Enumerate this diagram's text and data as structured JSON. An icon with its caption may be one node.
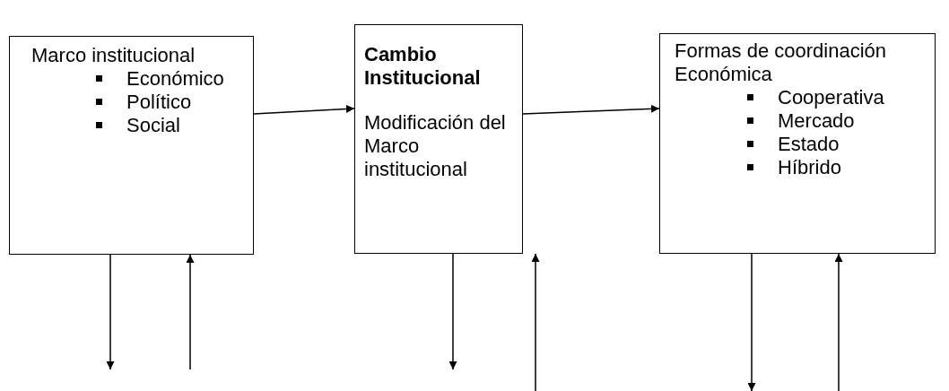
{
  "diagram": {
    "nodes": [
      {
        "text": [
          "Marco institucional",
          "Económico",
          "Político",
          "Social"
        ]
      },
      {
        "text": [
          "Cambio Institucional",
          "Modificación del Marco institucional"
        ]
      },
      {
        "text": [
          "Formas de coordinación Económica",
          "Cooperativa",
          "Mercado",
          "Estado",
          "Híbrido"
        ]
      }
    ],
    "edges": [
      {
        "from": 0,
        "to": 1,
        "arrow": "to"
      },
      {
        "from": 1,
        "to": 2,
        "arrow": "to"
      },
      {
        "from": 0,
        "to": null,
        "arrow": "to"
      },
      {
        "from": null,
        "to": 0,
        "arrow": "to"
      },
      {
        "from": 1,
        "to": null,
        "arrow": "to"
      },
      {
        "from": null,
        "to": 1,
        "arrow": "to"
      },
      {
        "from": 2,
        "to": null,
        "arrow": "to"
      },
      {
        "from": null,
        "to": 2,
        "arrow": "to"
      }
    ]
  }
}
